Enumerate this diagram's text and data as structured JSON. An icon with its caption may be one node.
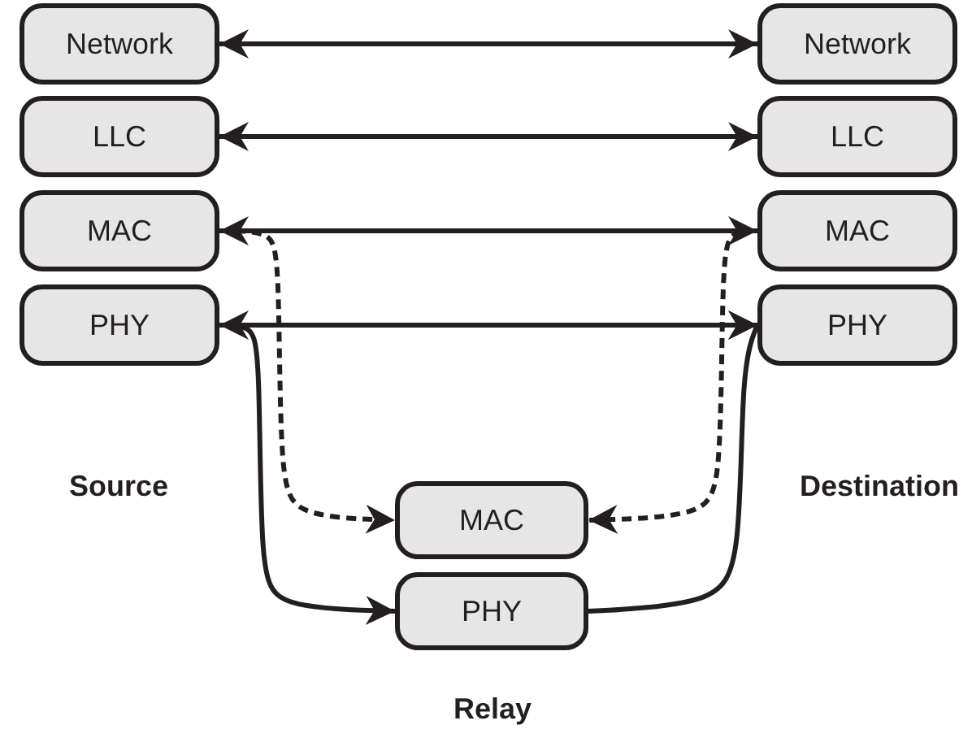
{
  "diagram": {
    "nodes": [
      {
        "text": [
          "Network"
        ]
      },
      {
        "text": [
          "LLC"
        ]
      },
      {
        "text": [
          "MAC"
        ]
      },
      {
        "text": [
          "PHY"
        ]
      },
      {
        "text": [
          "Network"
        ]
      },
      {
        "text": [
          "LLC"
        ]
      },
      {
        "text": [
          "MAC"
        ]
      },
      {
        "text": [
          "PHY"
        ]
      },
      {
        "text": [
          "MAC"
        ]
      },
      {
        "text": [
          "PHY"
        ]
      }
    ],
    "edges": [
      {
        "from": 0,
        "to": 4,
        "arrow": "both"
      },
      {
        "from": 1,
        "to": 5,
        "arrow": "both"
      },
      {
        "from": 2,
        "to": 6,
        "arrow": "both"
      },
      {
        "from": 3,
        "to": 7,
        "arrow": "both"
      },
      {
        "from": 2,
        "to": 8,
        "arrow": "to",
        "style": "dashed"
      },
      {
        "from": 6,
        "to": 8,
        "arrow": "to",
        "style": "dashed"
      },
      {
        "from": 3,
        "to": 9,
        "arrow": "to"
      },
      {
        "from": 9,
        "to": 7,
        "arrow": "to"
      }
    ],
    "labels": [
      "Source",
      "Destination",
      "Relay"
    ]
  }
}
